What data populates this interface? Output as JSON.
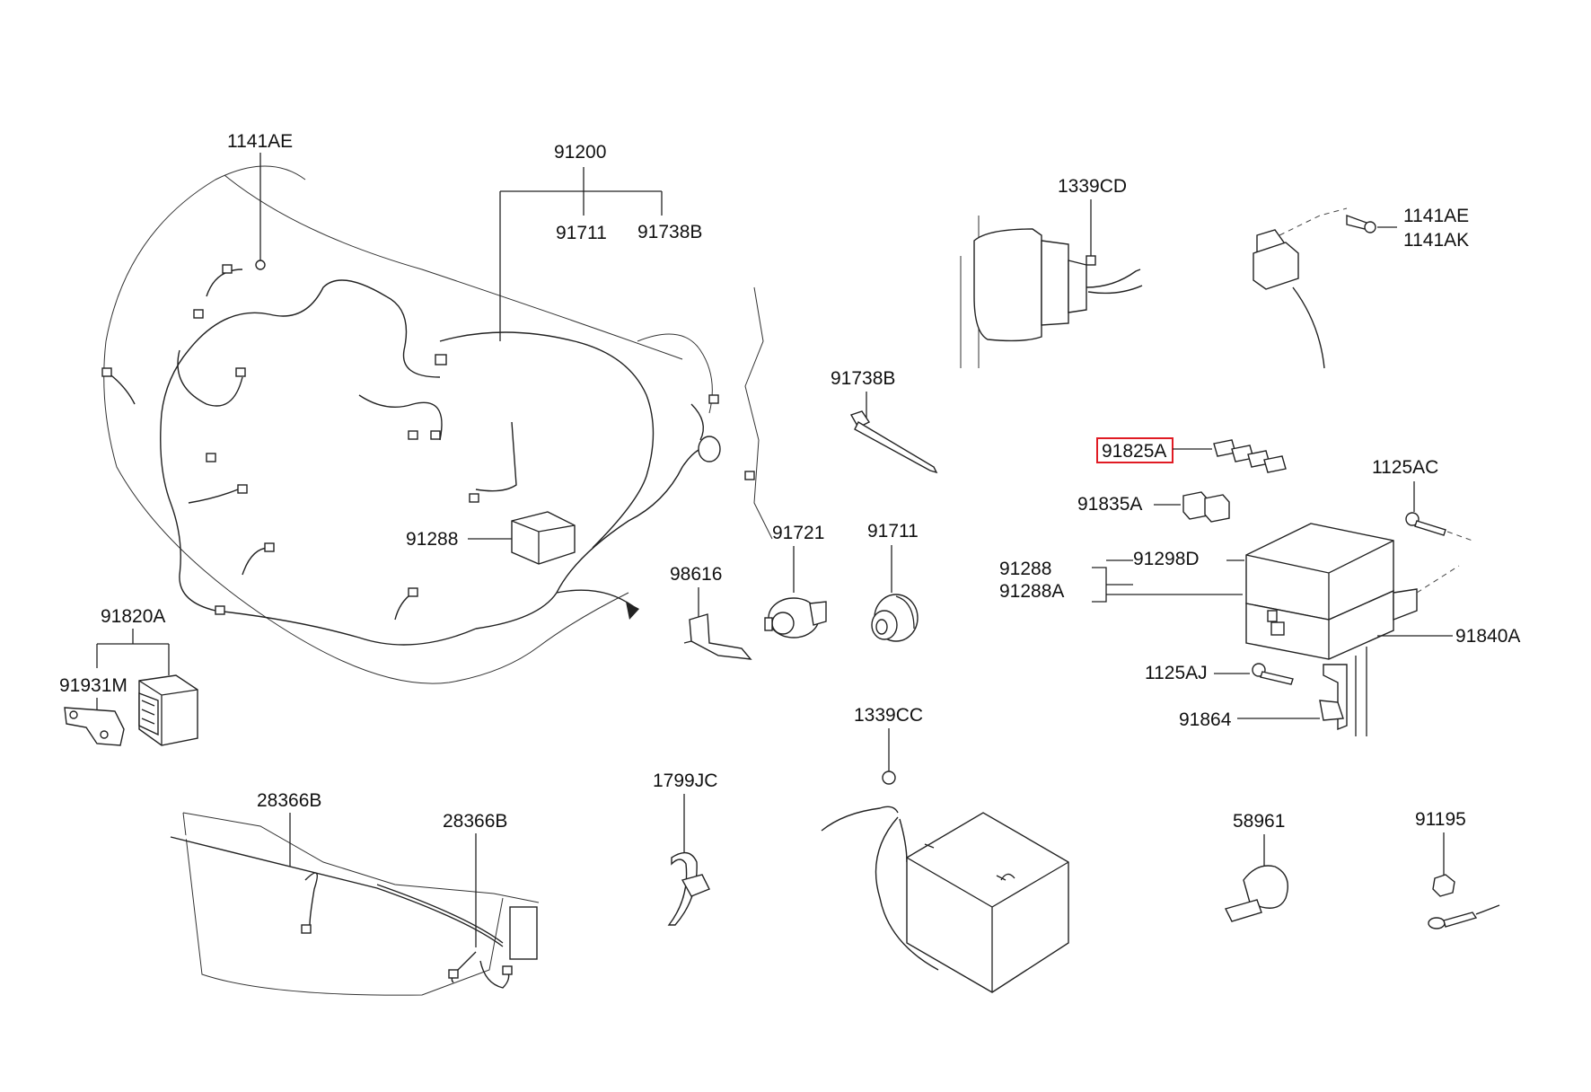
{
  "diagram": {
    "labels": {
      "l1141ae_left": "1141AE",
      "l91200": "91200",
      "l91711_top": "91711",
      "l91738b_top": "91738B",
      "l1339cd": "1339CD",
      "l1141ae_right": "1141AE",
      "l1141ak": "1141AK",
      "l91738b_mid": "91738B",
      "l91825a": "91825A",
      "l91835a": "91835A",
      "l1125ac": "1125AC",
      "l91288_left": "91288",
      "l91721": "91721",
      "l91711_mid": "91711",
      "l98616": "98616",
      "l91288_right": "91288",
      "l91288a": "91288A",
      "l91298d": "91298D",
      "l91840a": "91840A",
      "l1125aj": "1125AJ",
      "l91864": "91864",
      "l91820a": "91820A",
      "l91931m": "91931M",
      "l1339cc": "1339CC",
      "l28366b_left": "28366B",
      "l28366b_right": "28366B",
      "l1799jc": "1799JC",
      "l58961": "58961",
      "l91195": "91195"
    },
    "highlighted_part": "91825A",
    "highlight_color": "#e01b24"
  }
}
